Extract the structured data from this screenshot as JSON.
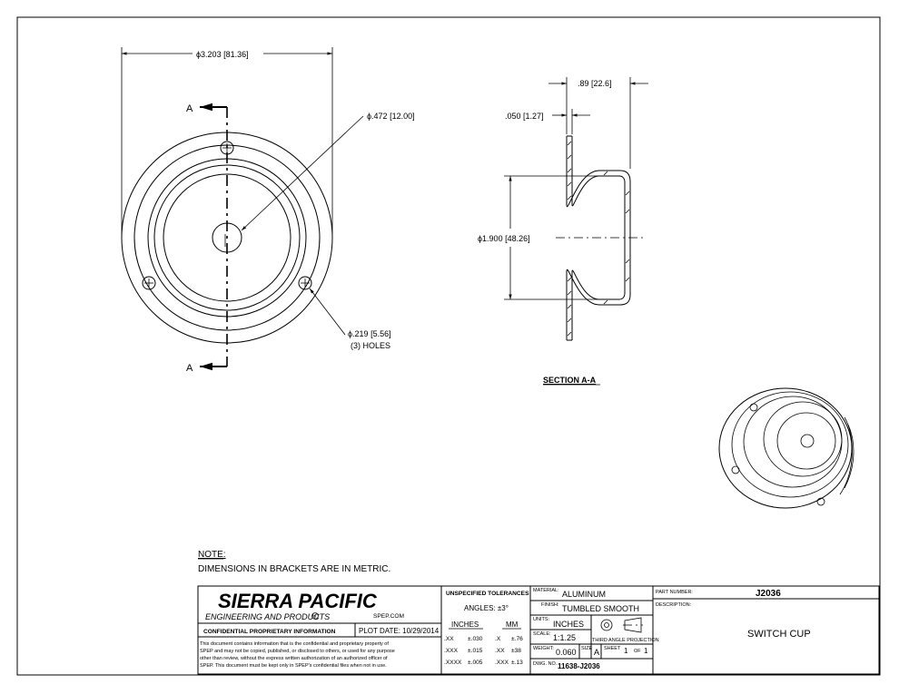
{
  "front_view": {
    "dim_outer_in": "3.203",
    "dim_outer_mm": "81.36",
    "dim_center_in": ".472",
    "dim_center_mm": "12.00",
    "dim_hole_in": ".219",
    "dim_hole_mm": "5.56",
    "holes_note": "(3) HOLES",
    "section_letter": "A",
    "diameter_symbol": "ϕ"
  },
  "section_view": {
    "dim_depth_in": ".89",
    "dim_depth_mm": "22.6",
    "dim_thickness_in": ".050",
    "dim_thickness_mm": "1.27",
    "dim_cup_in": "1.900",
    "dim_cup_mm": "48.26",
    "title": "SECTION A-A"
  },
  "notes": {
    "heading": "NOTE:",
    "line": "DIMENSIONS IN BRACKETS ARE IN METRIC."
  },
  "title_block": {
    "company": "SIERRA PACIFIC",
    "company_sub": "ENGINEERING AND PRODUCTS",
    "registered": "R",
    "website": "SPEP.COM",
    "confidential_heading": "CONFIDENTIAL PROPRIETARY INFORMATION",
    "plot_date": "PLOT DATE: 10/29/2014",
    "confidential_text": [
      "This document contains information that is the confidential and proprietary property of",
      "SPEP and may not be copied, published, or disclosed to others, or used for any purpose",
      "other than review, without the express written authorization of an authorized officer of",
      "SPEP. This document must be kept only in SPEP's confidential files when not in use."
    ],
    "tolerances": {
      "heading": "UNSPECIFIED TOLERANCES",
      "angles": "ANGLES: ±3°",
      "inches_label": "INCHES",
      "mm_label": "MM",
      "rows": [
        {
          "in_fmt": ".XX",
          "in_tol": "±.030",
          "mm_fmt": ".X",
          "mm_tol": "±.76"
        },
        {
          "in_fmt": ".XXX",
          "in_tol": "±.015",
          "mm_fmt": ".XX",
          "mm_tol": "±38"
        },
        {
          "in_fmt": ".XXXX",
          "in_tol": "±.005",
          "mm_fmt": ".XXX",
          "mm_tol": "±.13"
        }
      ]
    },
    "material_label": "MATERIAL:",
    "material": "ALUMINUM",
    "finish_label": "FINISH:",
    "finish": "TUMBLED SMOOTH",
    "units_label": "UNITS:",
    "units": "INCHES",
    "scale_label": "SCALE:",
    "scale": "1:1.25",
    "projection": "THIRD ANGLE PROJECTION",
    "weight_label": "WEIGHT:",
    "weight": "0.060",
    "size_label": "SIZE",
    "size": "A",
    "sheet_label": "SHEET",
    "sheet_num": "1",
    "sheet_of": "OF",
    "sheet_total": "1",
    "dwg_label": "DWG. NO.",
    "dwg_no": "11638-J2036",
    "part_label": "PART NUMBER:",
    "part_no": "J2036",
    "desc_label": "DESCRIPTION:",
    "description": "SWITCH CUP"
  }
}
